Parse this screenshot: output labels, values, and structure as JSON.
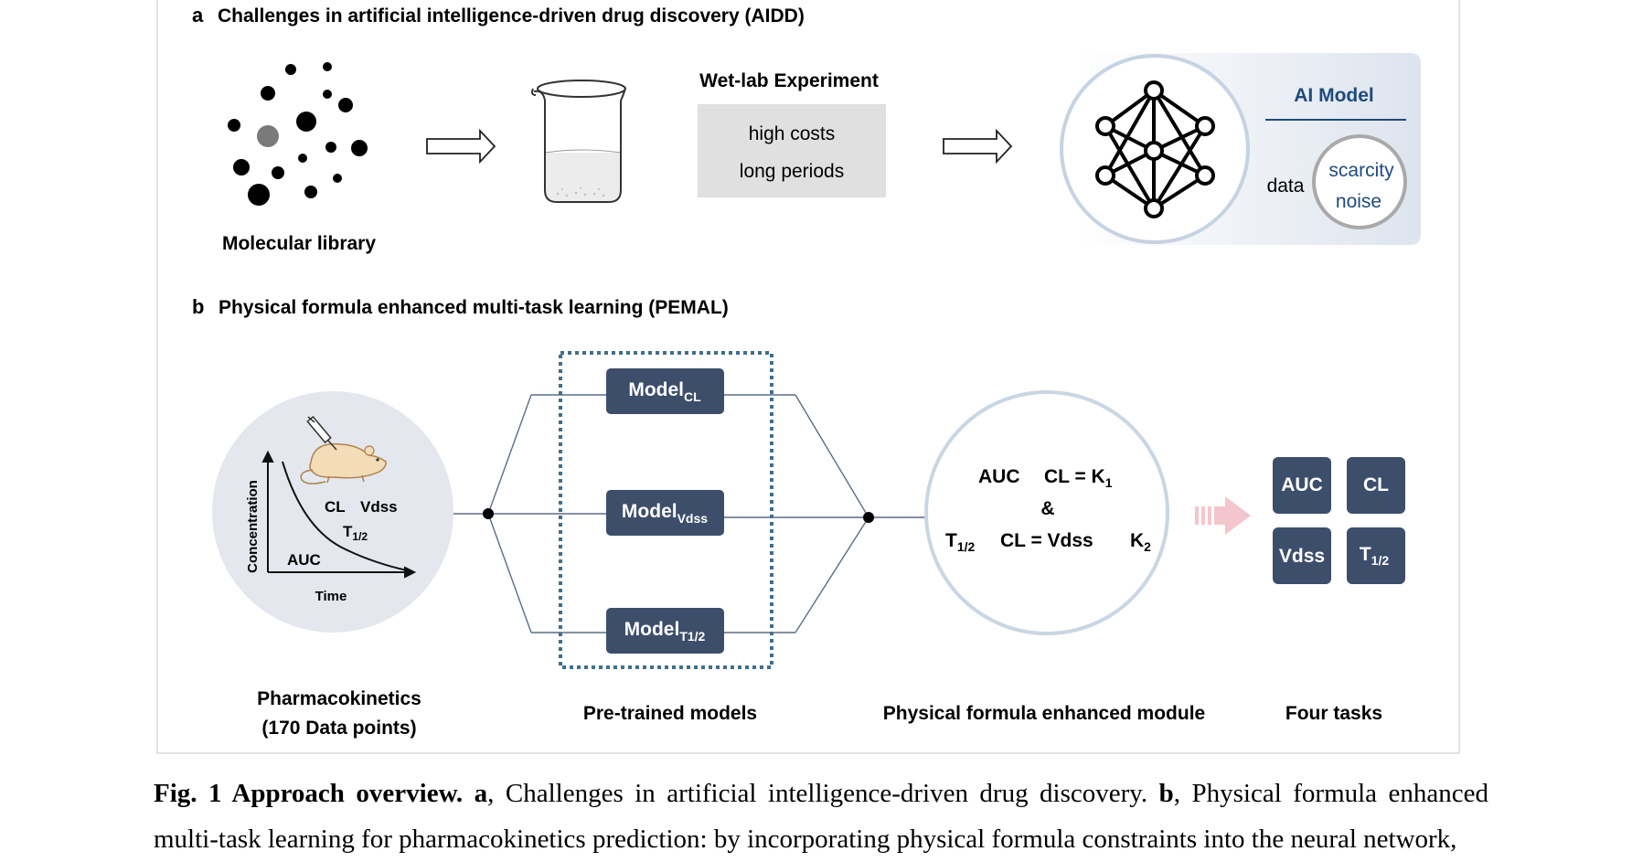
{
  "panel_a": {
    "letter": "a",
    "title": "Challenges in artificial intelligence-driven drug discovery (AIDD)",
    "molecular_library_label": "Molecular library",
    "wetlab_title": "Wet-lab Experiment",
    "wetlab_line1": "high costs",
    "wetlab_line2": "long periods",
    "ai_model_title": "AI Model",
    "data_label": "data",
    "scarcity_label": "scarcity",
    "noise_label": "noise"
  },
  "panel_b": {
    "letter": "b",
    "title": "Physical formula enhanced multi-task learning (PEMAL)",
    "pk_axis_y": "Concentration",
    "pk_axis_x": "Time",
    "pk_cl": "CL",
    "pk_vdss": "Vdss",
    "pk_t": "T",
    "pk_t_sub": "1/2",
    "pk_auc": "AUC",
    "pk_label_line1": "Pharmacokinetics",
    "pk_label_line2": "(170 Data points)",
    "models": [
      {
        "base": "Model",
        "sub": "CL"
      },
      {
        "base": "Model",
        "sub": "Vdss"
      },
      {
        "base": "Model",
        "sub": "T1/2"
      }
    ],
    "pretrained_label": "Pre-trained models",
    "formula_auc": "AUC",
    "formula_cl_k1": "CL = K",
    "formula_k1_sub": "1",
    "formula_amp": "&",
    "formula_t": "T",
    "formula_t_sub": "1/2",
    "formula_cl_vdss": "CL =  Vdss",
    "formula_k2": "K",
    "formula_k2_sub": "2",
    "module_label": "Physical formula enhanced module",
    "tasks": [
      {
        "base": "AUC",
        "sub": ""
      },
      {
        "base": "CL",
        "sub": ""
      },
      {
        "base": "Vdss",
        "sub": ""
      },
      {
        "base": "T",
        "sub": "1/2"
      }
    ],
    "tasks_label": "Four tasks"
  },
  "caption": {
    "fig_label": "Fig. 1 Approach overview.",
    "a_letter": "a",
    "a_text": ", Challenges in artificial intelligence-driven drug discovery. ",
    "b_letter": "b",
    "b_text": ", Physical formula enhanced multi-task learning for pharmacokinetics prediction: by incorporating physical formula constraints into the neural network,"
  },
  "colors": {
    "model_box": "#3d4e6b",
    "dotted_frame": "#3f6f8c",
    "ai_accent": "#1f4a7e",
    "circle_fill": "#e4e7ee",
    "formula_ring": "#c9d6e3",
    "arrow_pink": "#f3c6cd"
  }
}
